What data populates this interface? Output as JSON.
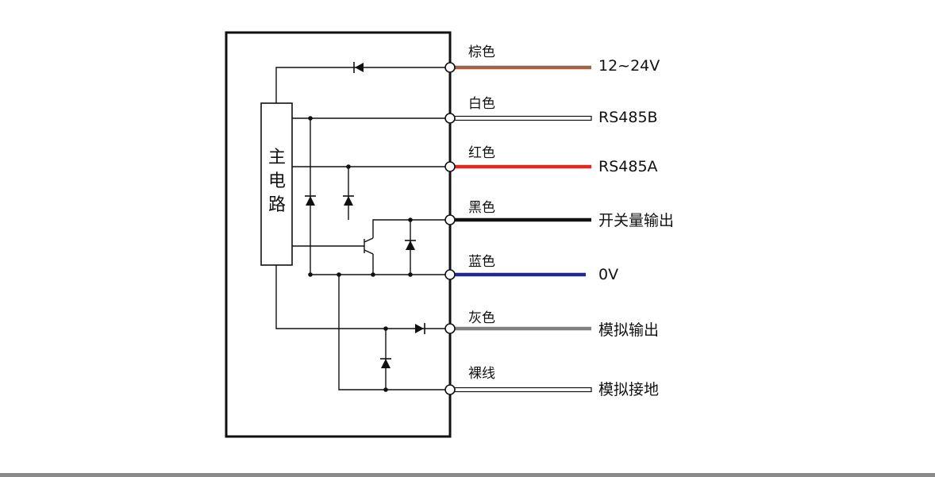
{
  "main_circuit": {
    "chars": [
      "主",
      "电",
      "路"
    ]
  },
  "wires": [
    {
      "color_name": "棕色",
      "terminal": "12~24V",
      "color": "#a0634a",
      "style": "solid"
    },
    {
      "color_name": "白色",
      "terminal": "RS485B",
      "color": "#ffffff",
      "style": "outline"
    },
    {
      "color_name": "红色",
      "terminal": "RS485A",
      "color": "#e02a21",
      "style": "solid"
    },
    {
      "color_name": "黑色",
      "terminal": "开关量输出",
      "color": "#111111",
      "style": "solid"
    },
    {
      "color_name": "蓝色",
      "terminal": "0V",
      "color": "#1f2a8c",
      "style": "solid"
    },
    {
      "color_name": "灰色",
      "terminal": "模拟输出",
      "color": "#808080",
      "style": "solid"
    },
    {
      "color_name": "裸线",
      "terminal": "模拟接地",
      "color": "#ffffff",
      "style": "outline"
    }
  ]
}
